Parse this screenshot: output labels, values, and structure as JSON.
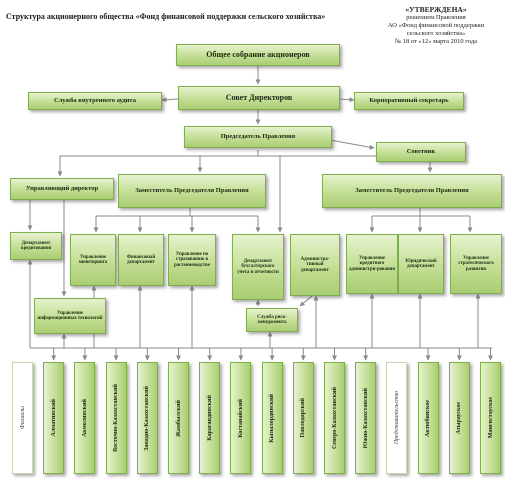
{
  "header": {
    "title": "Структура акционерного общества «Фонд финансовой поддержки сельского хозяйства»",
    "approval_lines": [
      "«УТВЕРЖДЕНА»",
      "решением Правления",
      "АО «Фонд финансовой поддержки",
      "сельского хозяйства»",
      "№ 18 от «12» марта 2010 года"
    ]
  },
  "nodes": {
    "shareholders": "Общее собрание акционеров",
    "board": "Совет Директоров",
    "audit": "Служба внутреннего аудита",
    "secretary": "Корпоративный секретарь",
    "chairman": "Председатель Правления",
    "advisor": "Советник",
    "managing_director": "Управляющий директор",
    "deputy_left": "Заместитель Председателя Правления",
    "deputy_right": "Заместитель Председателя Правления",
    "risk": "Служба риск-менеджмента",
    "it": "Управление информационных технологий"
  },
  "departments": [
    "Департамент кредитования",
    "Управление мониторинга",
    "Финансовый департамент",
    "Управление по страхованию в растениеводстве",
    "Департамент бухгалтерского учета и отчетности",
    "Администра-тивный департамент",
    "Управление кредитного администри-рования",
    "Юридический департамент",
    "Управление стратегического развития"
  ],
  "regions": [
    "Филиалы",
    "Алматинский",
    "Акмолинский",
    "Восточно-Казахстанский",
    "Западно-Казахстанский",
    "Жамбылский",
    "Карагандинский",
    "Костанайский",
    "Кызылординский",
    "Павлодарский",
    "Северо-Казахстанский",
    "Южно-Казахстанский",
    "Представительство",
    "Актюбинское",
    "Атырауское",
    "Мангистауское"
  ],
  "colors": {
    "box_fill": "#c3de94",
    "box_border": "#7fae4d",
    "lines": "#8a8a8a"
  }
}
